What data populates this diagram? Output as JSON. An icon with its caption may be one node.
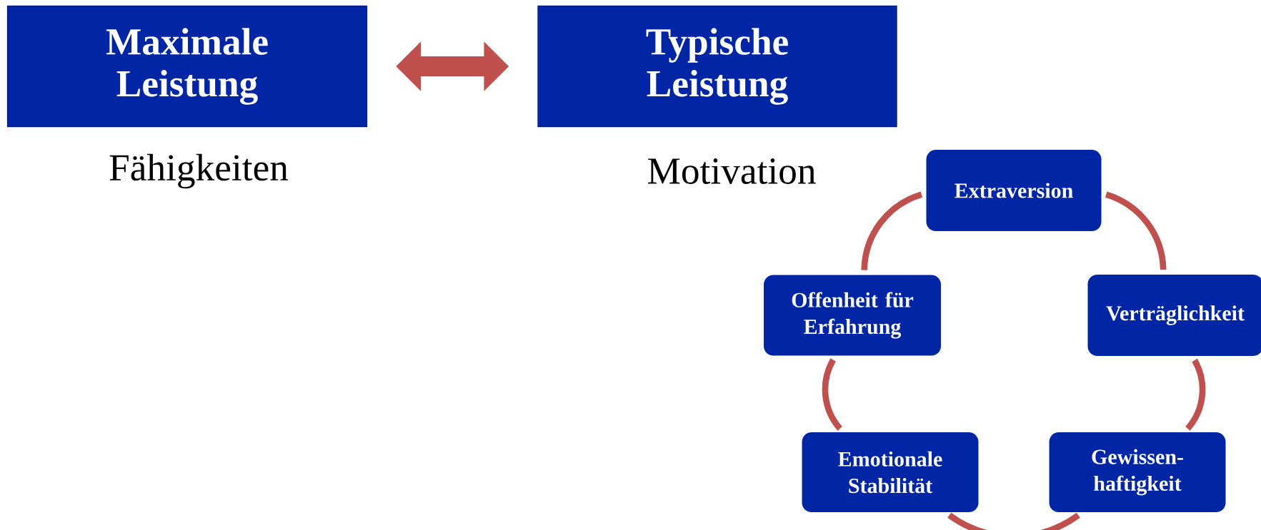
{
  "diagram": {
    "nodes": [
      {
        "text": [
          "Maximale Leistung"
        ],
        "beside": [
          "Fähigkeiten"
        ]
      },
      {
        "text": [
          "Typische Leistung"
        ],
        "beside": [
          "Motivation"
        ]
      },
      {
        "text": [
          "Extraversion"
        ]
      },
      {
        "text": [
          "Verträglichkeit"
        ]
      },
      {
        "text": [
          "Gewissen-haftigkeit"
        ]
      },
      {
        "text": [
          "Emotionale Stabilität"
        ]
      },
      {
        "text": [
          "Offenheit für Erfahrung"
        ]
      }
    ],
    "edges": [
      {
        "from": 0,
        "to": 1,
        "arrow": "both",
        "style": "thick"
      },
      {
        "from": 2,
        "to": 3,
        "arrow": "none"
      },
      {
        "from": 3,
        "to": 4,
        "arrow": "none"
      },
      {
        "from": 4,
        "to": 5,
        "arrow": "none"
      },
      {
        "from": 5,
        "to": 6,
        "arrow": "none"
      },
      {
        "from": 6,
        "to": 2,
        "arrow": "none"
      }
    ]
  }
}
